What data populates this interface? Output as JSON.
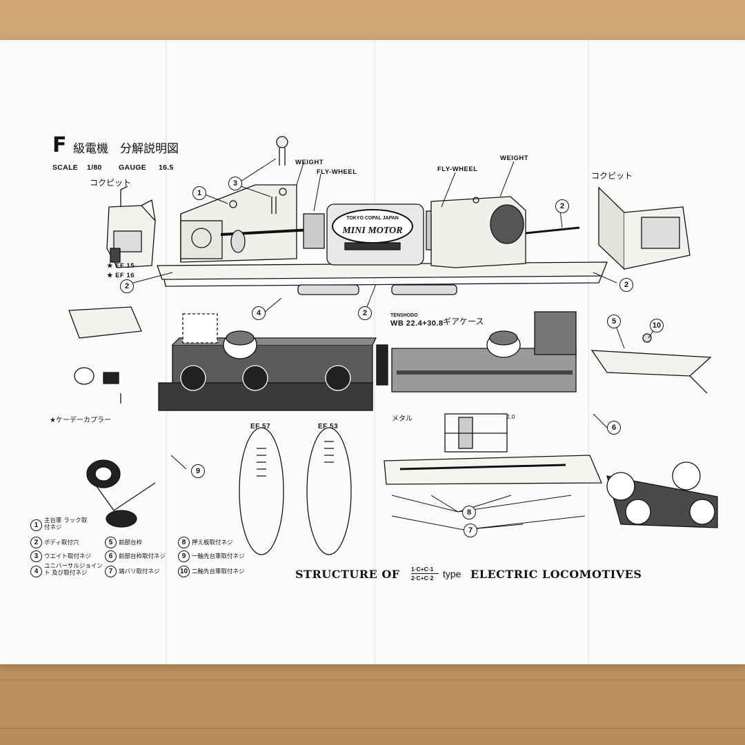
{
  "title": {
    "letter": "F",
    "japanese": "級電機　分解説明図"
  },
  "specs": {
    "scale_label": "SCALE",
    "scale_value": "1/80",
    "gauge_label": "GAUGE",
    "gauge_value": "16.5"
  },
  "labels": {
    "cockpit_left": "コクピット",
    "cockpit_right": "コクピット",
    "weight_left": "WEIGHT",
    "weight_right": "WEIGHT",
    "flywheel_left": "FLY-WHEEL",
    "flywheel_right": "FLY-WHEEL",
    "motor_brand": "TOKYO COPAL JAPAN",
    "motor_name": "MINI MOTOR",
    "ef15": "★ EF 15",
    "ef16": "★ EF 16",
    "tenshodo": "TENSHODO",
    "wb": "WB 22.4+30.8",
    "gearcase": "ギアケース",
    "kd_coupler": "★ケーデーカプラー",
    "ef57": "EF 57",
    "ef53": "EF 53",
    "metal": "メタル",
    "dim": "2.0"
  },
  "callouts": [
    "1",
    "2",
    "3",
    "4",
    "5",
    "6",
    "7",
    "8",
    "9",
    "10"
  ],
  "legend": [
    {
      "num": "1",
      "text": "主台車 ラック取付ネジ"
    },
    {
      "num": "2",
      "text": "ボディ取付穴"
    },
    {
      "num": "3",
      "text": "ウエイト取付ネジ"
    },
    {
      "num": "4",
      "text": "ユニバーサルジョイント 及び取付ネジ"
    },
    {
      "num": "5",
      "text": "前部台枠"
    },
    {
      "num": "6",
      "text": "前部台枠取付ネジ"
    },
    {
      "num": "7",
      "text": "端バリ取付ネジ"
    },
    {
      "num": "8",
      "text": "押え板取付ネジ"
    },
    {
      "num": "9",
      "text": "一軸先台車取付ネジ"
    },
    {
      "num": "10",
      "text": "二軸先台車取付ネジ"
    }
  ],
  "footer": {
    "structure_of": "STRUCTURE OF",
    "frac_top": "1·C+C·1",
    "frac_bottom": "2·C+C·2",
    "type": "type",
    "electric": "ELECTRIC LOCOMOTIVES"
  }
}
